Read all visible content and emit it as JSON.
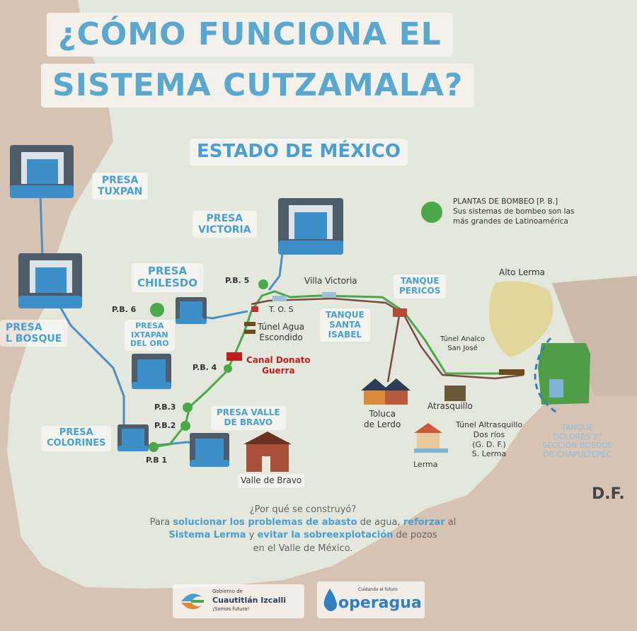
{
  "title": {
    "line1": "¿CÓMO FUNCIONA EL",
    "line2": "SISTEMA CUTZAMALA?"
  },
  "region": {
    "estado": "ESTADO DE MÉXICO",
    "df": "D.F."
  },
  "legend": {
    "line1": "PLANTAS DE BOMBEO [P. B.]",
    "line2": "Sus sistemas de bombeo son las",
    "line3": "más grandes de Latinoamérica"
  },
  "dams": {
    "tuxpan": [
      "PRESA",
      "TUXPAN"
    ],
    "victoria": [
      "PRESA",
      "VICTORIA"
    ],
    "chilesdo": [
      "PRESA",
      "CHILESDO"
    ],
    "bosque": [
      "PRESA",
      "L BOSQUE"
    ],
    "ixtapan": [
      "PRESA",
      "IXTAPAN",
      "DEL ORO"
    ],
    "colorines": [
      "PRESA",
      "COLORINES"
    ],
    "valle": [
      "PRESA VALLE",
      "DE BRAVO"
    ]
  },
  "pumps": {
    "pb5": "P.B. 5",
    "pb6": "P.B. 6",
    "pb4": "P.B. 4",
    "pb3": "P.B.3",
    "pb2": "P.B.2",
    "pb1": "P.B 1"
  },
  "places": {
    "tos": "T. O. S",
    "villa_victoria": "Villa Victoria",
    "tunel_agua": [
      "Túnel Agua",
      "Escondido"
    ],
    "canal": [
      "Canal Donato",
      "Guerra"
    ],
    "tanque_santa": [
      "TANQUE",
      "SANTA",
      "ISABEL"
    ],
    "tanque_pericos": [
      "TANQUE",
      "PERICOS"
    ],
    "alto_lerma": "Alto Lerma",
    "tunel_analco": [
      "Túnel Analco",
      "San José"
    ],
    "toluca": [
      "Toluca",
      "de Lerdo"
    ],
    "atrasquillo": "Atrasquillo",
    "tunel_altrasquillo": [
      "Túnel Altrasquillo",
      "Dos ríos",
      "(G. D. F.)",
      "S. Lerma"
    ],
    "lerma": "Lerma",
    "valle_bravo": "Valle de Bravo",
    "tanque_dolores": [
      "TANQUE",
      "DOLORES 2°",
      "SECCIÓN BOSQUE",
      "DE CHAPULTEPEC"
    ]
  },
  "why": {
    "question": "¿Por qué se construyó?",
    "l1a": "Para ",
    "l1b": "solucionar los problemas de abasto",
    "l1c": " de agua, ",
    "l1d": "reforzar",
    "l1e": " al",
    "l2a": "Sistema Lerma",
    "l2b": " y ",
    "l2c": "evitar la sobreexplotación",
    "l2d": " de pozos",
    "l3": "en el Valle de México."
  },
  "logos": {
    "izcalli_1": "Gobierno de",
    "izcalli_2": "Cuautitlán Izcalli",
    "izcalli_3": "¡Somos futuro!",
    "operagua_small": "Cuidando el futuro",
    "operagua": "operagua"
  },
  "colors": {
    "title": "#5aa7cf",
    "label_blue": "#4a9fcf",
    "pump_green": "#4aa84a",
    "pipe_blue": "#4a8fc7",
    "pipe_green": "#4aa84a",
    "pipe_brown": "#7a4a44",
    "land_beige": "#d7c3b3",
    "land_green": "#e4e7dc"
  }
}
